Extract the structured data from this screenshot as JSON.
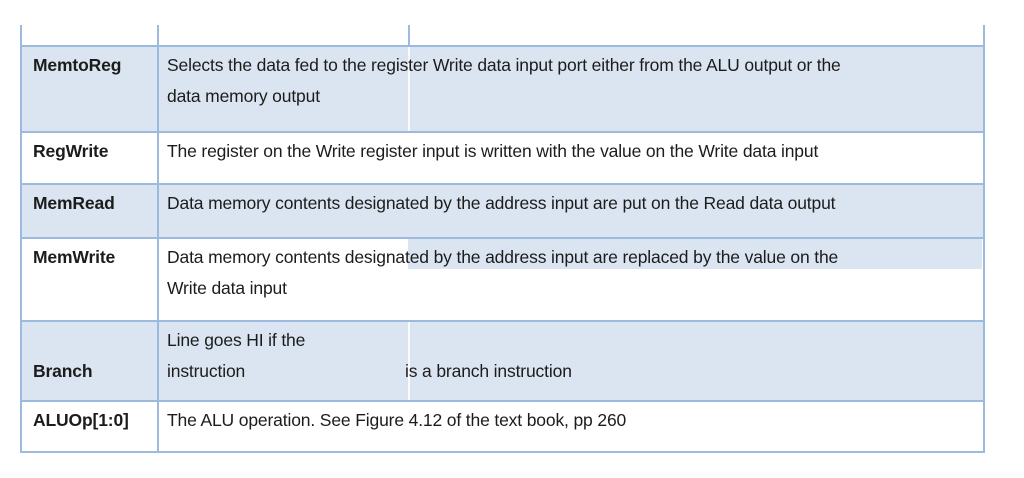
{
  "page": {
    "background": "#ffffff"
  },
  "table": {
    "colors": {
      "border": "#9cbade",
      "alt_row_bg": "#dbe5f1",
      "text": "#1c1c1c"
    },
    "rows": [
      {
        "label": "",
        "desc_lines": []
      },
      {
        "label": "MemtoReg",
        "desc_lines": [
          "Selects the data fed to the register Write data input port either from the ALU output or the",
          "data memory output"
        ]
      },
      {
        "label": "RegWrite",
        "desc_lines": [
          "The register on the Write register input is written with the value on the Write data input"
        ]
      },
      {
        "label": "MemRead",
        "desc_lines": [
          "Data memory contents designated by the address input are put on the Read data output"
        ]
      },
      {
        "label": "MemWrite",
        "desc_lines": [
          "Data memory contents designated by the address input are replaced by the value on the",
          "Write data input"
        ]
      },
      {
        "label": "Branch",
        "desc_left_lines": [
          "Line goes HI if the",
          "instruction"
        ],
        "desc_right": "is a branch instruction"
      },
      {
        "label": "ALUOp[1:0]",
        "desc_lines": [
          "The ALU operation. See Figure 4.12 of the text book, pp 260"
        ]
      }
    ]
  }
}
